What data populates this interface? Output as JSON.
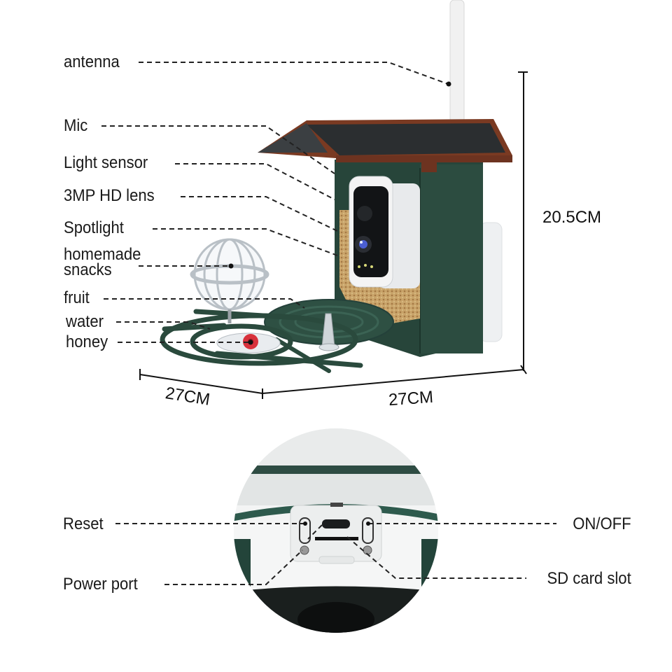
{
  "product": {
    "labels": {
      "antenna": "antenna",
      "mic": "Mic",
      "light_sensor": "Light sensor",
      "lens": "3MP HD lens",
      "spotlight": "Spotlight",
      "homemade_snacks_line1": "homemade",
      "homemade_snacks_line2": "snacks",
      "fruit": "fruit",
      "water": "water",
      "honey": "honey"
    },
    "dimensions": {
      "height": "20.5CM",
      "depth": "27CM",
      "width": "27CM"
    }
  },
  "detail": {
    "labels": {
      "reset": "Reset",
      "power_port": "Power port",
      "on_off": "ON/OFF",
      "sd_card_slot": "SD card slot"
    }
  },
  "colors": {
    "body_green": "#27453a",
    "roof_brown": "#7a3a22",
    "solar_panel": "#2b2e30",
    "seed": "#c9a46a",
    "camera_white": "#f2f2f2",
    "leader_line": "#222222"
  }
}
